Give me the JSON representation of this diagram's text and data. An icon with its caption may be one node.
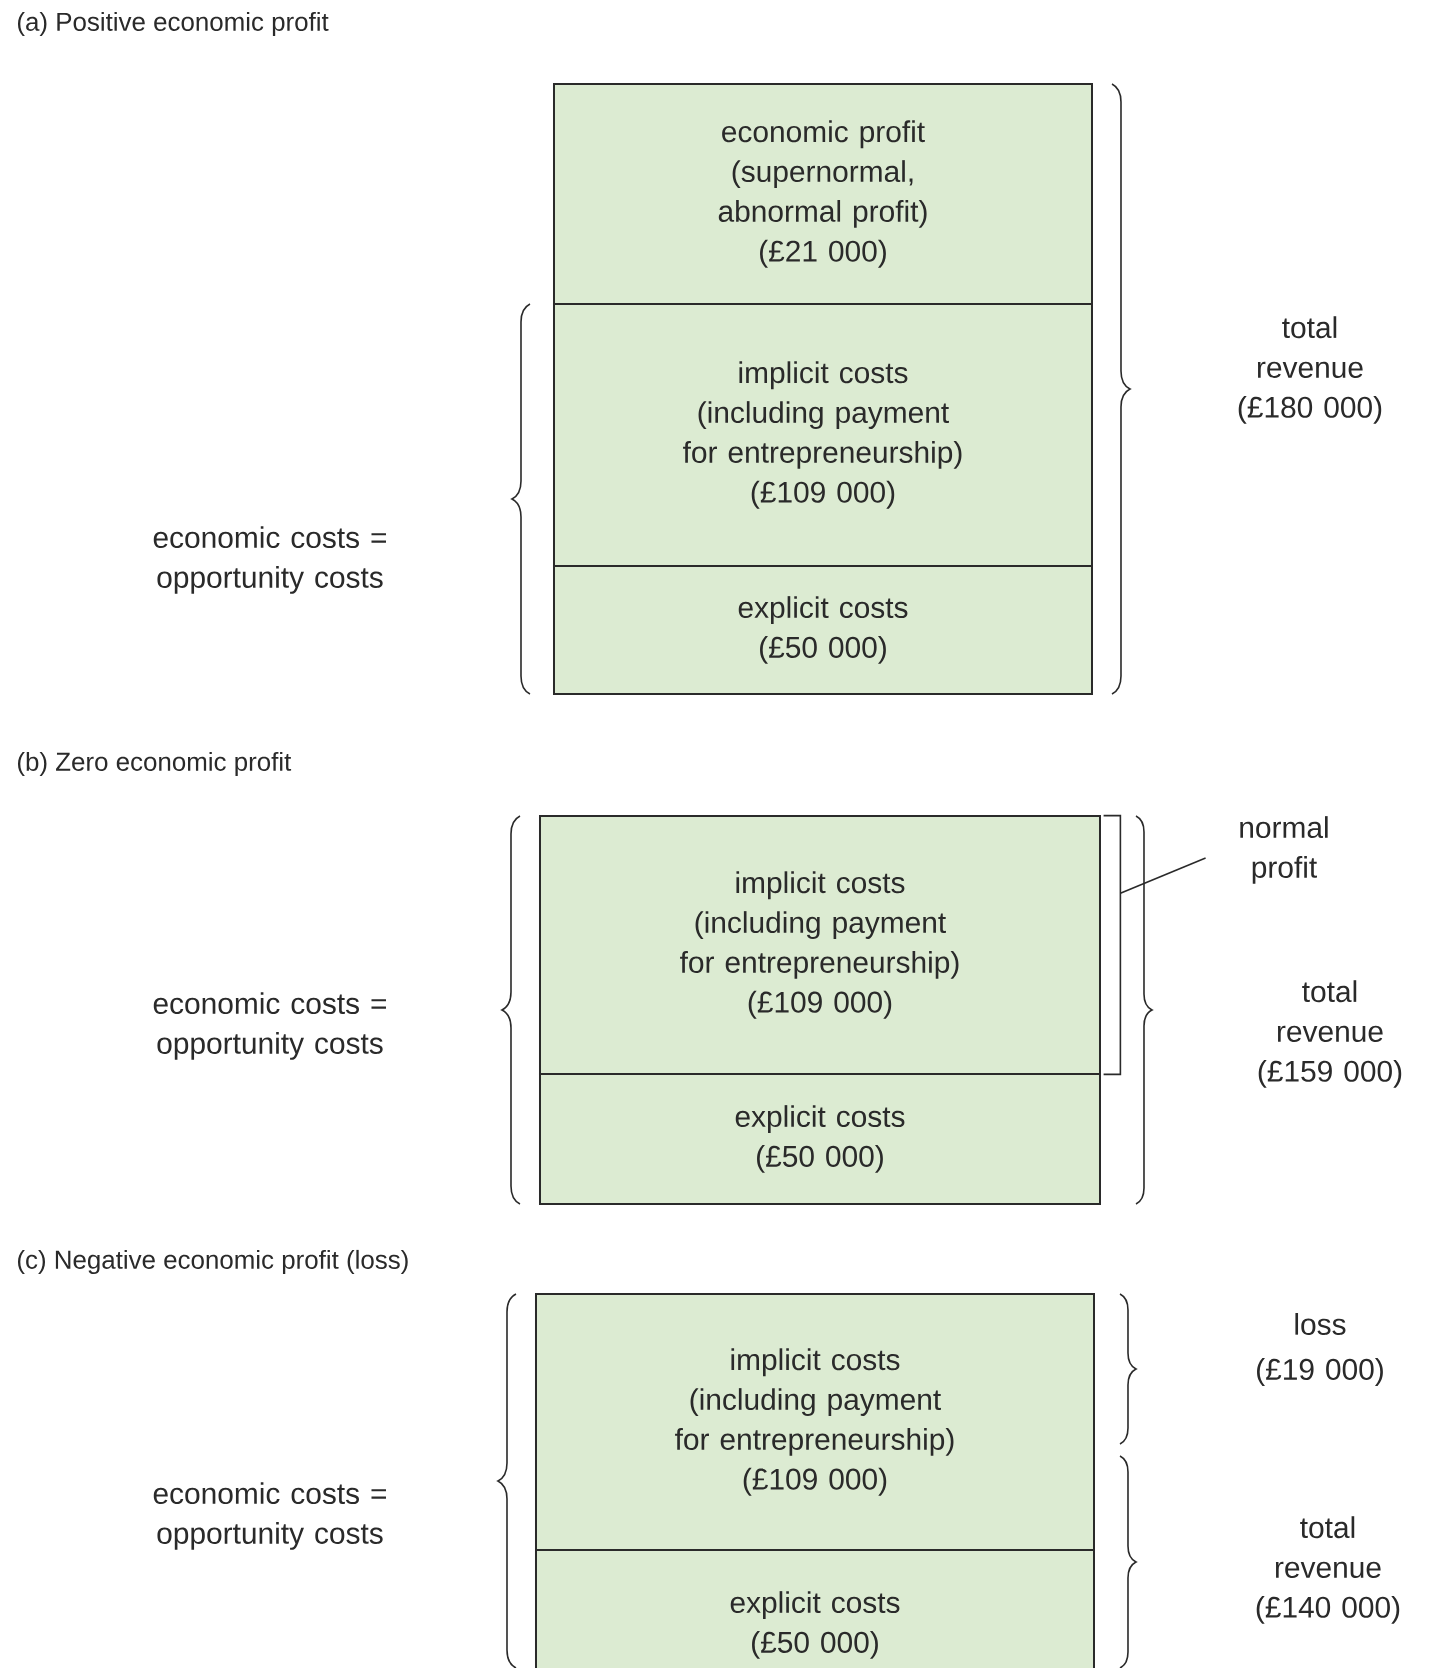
{
  "diagram": {
    "nodes": [
      {
        "text": [
          "economic profit (supernormal, abnormal profit)",
          "(£21 000)"
        ]
      },
      {
        "text": [
          "implicit costs (including payment for entrepreneurship)",
          "(£109 000)"
        ]
      },
      {
        "text": [
          "explicit costs",
          "(£50 000)"
        ]
      },
      {
        "text": [
          "implicit costs (including payment for entrepreneurship)",
          "(£109 000)"
        ]
      },
      {
        "text": [
          "explicit costs",
          "(£50 000)"
        ]
      },
      {
        "text": [],
        "shape": "bracket"
      },
      {
        "text": [
          "normal profit"
        ]
      },
      {
        "text": [
          "implicit costs (including payment for entrepreneurship)",
          "(£109 000)"
        ]
      },
      {
        "text": [
          "explicit costs",
          "(£50 000)"
        ]
      }
    ],
    "edges": [
      {
        "from": 6,
        "to": 5,
        "arrow": "none"
      }
    ],
    "labels": [
      "(a) Positive economic profit",
      "economic costs = opportunity costs",
      "total revenue (£180 000)",
      "(b) Zero economic profit",
      "economic costs = opportunity costs",
      "total revenue (£159 000)",
      "(c) Negative economic profit (loss)",
      "economic costs = opportunity costs",
      "loss",
      "(£19 000)",
      "total revenue (£140 000)"
    ]
  }
}
